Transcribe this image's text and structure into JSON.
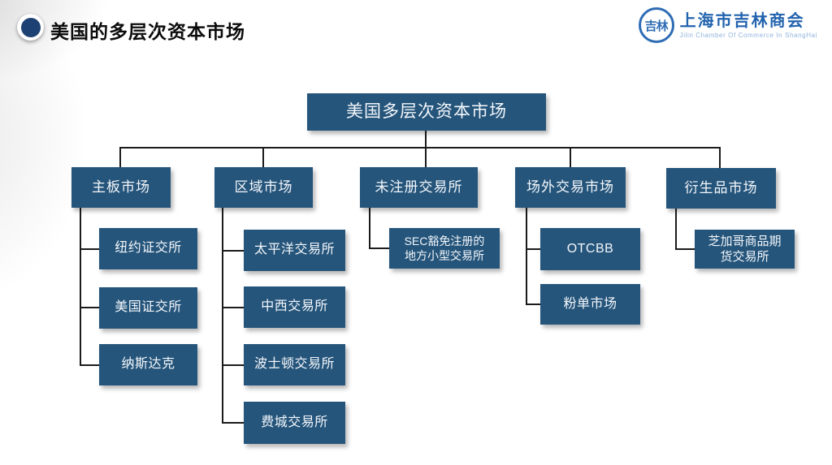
{
  "slide": {
    "title": "美国的多层次资本市场",
    "logo": {
      "seal_text": "吉林",
      "org_name": "上海市吉林商会",
      "org_name_en": "Jilin Chamber Of Commerce In ShangHai"
    }
  },
  "colors": {
    "node_fill": "#26557b",
    "node_text": "#f3f7fb",
    "connector": "#1b1b1b",
    "bullet": "#1e4173",
    "logo_blue": "#2263ae",
    "logo_light_blue": "#8fb3dc"
  },
  "chart": {
    "type": "org-tree",
    "root": {
      "label": "美国多层次资本市场"
    },
    "branches": [
      {
        "label": "主板市场",
        "children": [
          "纽约证交所",
          "美国证交所",
          "纳斯达克"
        ]
      },
      {
        "label": "区域市场",
        "children": [
          "太平洋交易所",
          "中西交易所",
          "波士顿交易所",
          "费城交易所"
        ]
      },
      {
        "label": "未注册交易所",
        "children": [
          "SEC豁免注册的地方小型交易所"
        ]
      },
      {
        "label": "场外交易市场",
        "children": [
          "OTCBB",
          "粉单市场"
        ]
      },
      {
        "label": "衍生品市场",
        "children": [
          "芝加哥商品期货交易所"
        ]
      }
    ]
  }
}
